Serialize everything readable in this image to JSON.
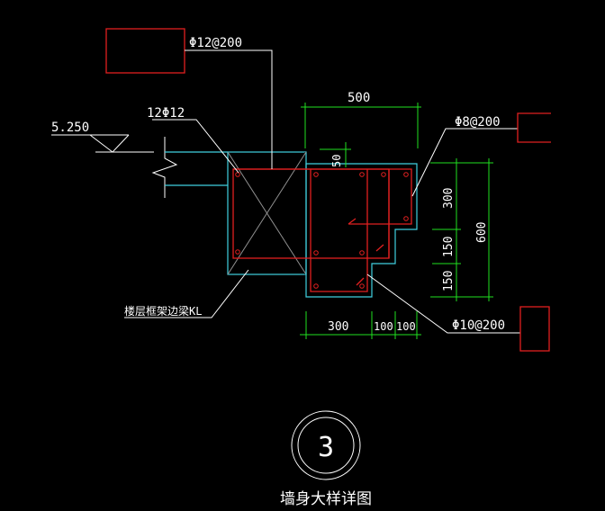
{
  "drawing": {
    "title": "墙身大样详图",
    "detail_number": "3",
    "elevation": "5.250",
    "labels": {
      "top_bar": "Φ12@200",
      "longitudinal": "12Φ12",
      "stirrup_right": "Φ8@200",
      "stirrup_bottom": "Φ10@200",
      "beam": "楼层框架边梁KL"
    },
    "dimensions": {
      "top_width": "500",
      "cover": "50",
      "right_300": "300",
      "right_150a": "150",
      "right_150b": "150",
      "right_total": "600",
      "bottom_300": "300",
      "bottom_100a": "100",
      "bottom_100b": "100"
    },
    "colors": {
      "rebar": "#e02020",
      "concrete": "#40d0e0",
      "dimension": "#20e020",
      "text": "#ffffff"
    }
  }
}
